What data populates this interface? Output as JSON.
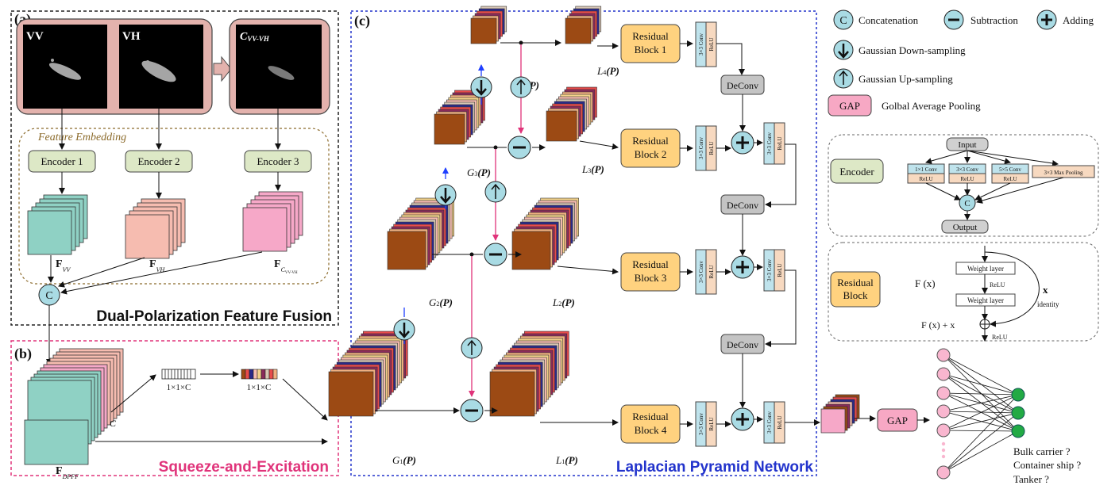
{
  "panels": {
    "a": {
      "tag": "(a)",
      "title": "Dual-Polarization Feature Fusion"
    },
    "b": {
      "tag": "(b)",
      "title": "Squeeze-and-Excitation"
    },
    "c": {
      "tag": "(c)",
      "title": "Laplacian Pyramid Network"
    }
  },
  "inputs": {
    "vv": "VV",
    "vh": "VH",
    "cvvvh": "C",
    "cvvvh_sub": "VV-VH"
  },
  "embedding": {
    "label": "Feature Embedding",
    "enc1": "Encoder 1",
    "enc2": "Encoder 2",
    "enc3": "Encoder 3"
  },
  "features": {
    "F": "F",
    "vv_sub": "VV",
    "vh_sub": "VH",
    "c_sub": "C",
    "c_subsub": "VV-VH",
    "dpff_sub": "DPFF"
  },
  "se": {
    "c_label": "C",
    "vec": "1×1×C"
  },
  "pyramid": {
    "G": "G",
    "L": "L",
    "P": "(P)",
    "idx": [
      "1",
      "2",
      "3",
      "4"
    ],
    "rb_top": "Residual",
    "rb_bottoms": [
      "Block 1",
      "Block 2",
      "Block 3",
      "Block 4"
    ],
    "conv": "3×3 Conv",
    "relu": "ReLU",
    "deconv": "DeConv"
  },
  "legend": {
    "concat_sym": "C",
    "concat": "Concatenation",
    "sub": "Subtraction",
    "add": "Adding",
    "down": "Gaussian Down-sampling",
    "up": "Gaussian Up-sampling",
    "gap_sym": "GAP",
    "gap": "Golbal Average Pooling"
  },
  "encoder_detail": {
    "label": "Encoder",
    "input": "Input",
    "conv1": "1×1 Conv",
    "conv3": "3×3 Conv",
    "conv5": "5×5 Conv",
    "pool": "3×3 Max Pooling",
    "relu": "ReLU",
    "concat": "C",
    "output": "Output"
  },
  "resblock_detail": {
    "label_top": "Residual",
    "label_bottom": "Block",
    "fx": "F (x)",
    "weight": "Weight layer",
    "relu": "ReLU",
    "x": "x",
    "identity": "identity",
    "fxx": "F (x) + x"
  },
  "classifier": {
    "gap": "GAP",
    "classes": [
      "Bulk carrier ?",
      "Container ship ?",
      "Tanker ?"
    ]
  },
  "colors": {
    "teal": "#8fd1c4",
    "salmon": "#f6bcb0",
    "pink": "#f6a8c8",
    "brown": "#9c4a14",
    "circle": "#a9dbe4",
    "resblock": "#ffd27f",
    "encoder": "#dde8c6",
    "convbox": "#bfe3ec",
    "relubox": "#f7d9c0",
    "panel_a_border": "#222222",
    "panel_b_border": "#e0337a",
    "panel_c_border": "#2233cc",
    "title_b": "#e0337a",
    "title_c": "#2233cc",
    "sar_frame": "#e3b2ad",
    "arrow_blue": "#1f3fff",
    "arrow_pink": "#e0337a",
    "node_pink": "#f9b6cf",
    "node_green": "#22aa44",
    "gap_box": "#f7a8c4"
  }
}
